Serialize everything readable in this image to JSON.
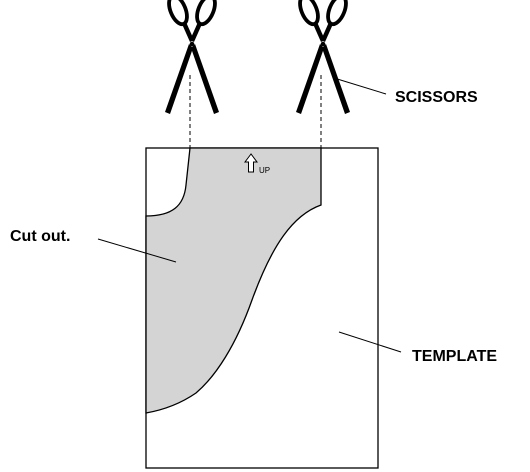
{
  "labels": {
    "scissors": "SCISSORS",
    "cut_out": "Cut out.",
    "template": "TEMPLATE",
    "up": "UP"
  },
  "icons": {
    "left_scissors": "scissors-icon",
    "right_scissors": "scissors-icon",
    "up_arrow": "up-arrow-icon"
  },
  "colors": {
    "line": "#000000",
    "cutout_fill": "#d4d4d4",
    "template_fill": "#ffffff"
  }
}
